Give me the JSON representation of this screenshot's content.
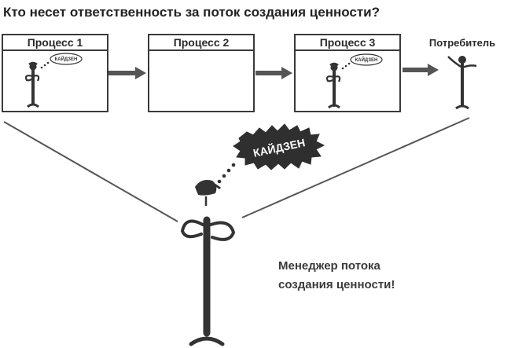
{
  "title": "Кто несет ответственность за поток создания ценности?",
  "processes": [
    {
      "label": "Процесс 1",
      "has_worker": true
    },
    {
      "label": "Процесс 2",
      "has_worker": false
    },
    {
      "label": "Процесс 3",
      "has_worker": true
    }
  ],
  "consumer": {
    "label": "Потребитель"
  },
  "kaizen_bubbles": {
    "small": "КАЙДЗЕН",
    "large": "КАЙДЗЕН"
  },
  "manager": {
    "caption_line1": "Менеджер потока",
    "caption_line2": "создания ценности!"
  },
  "colors": {
    "ink": "#3a3a3a",
    "box_border": "#3a3a3a",
    "box_fill": "#ffffff",
    "line": "#555555",
    "figure": "#333333"
  }
}
